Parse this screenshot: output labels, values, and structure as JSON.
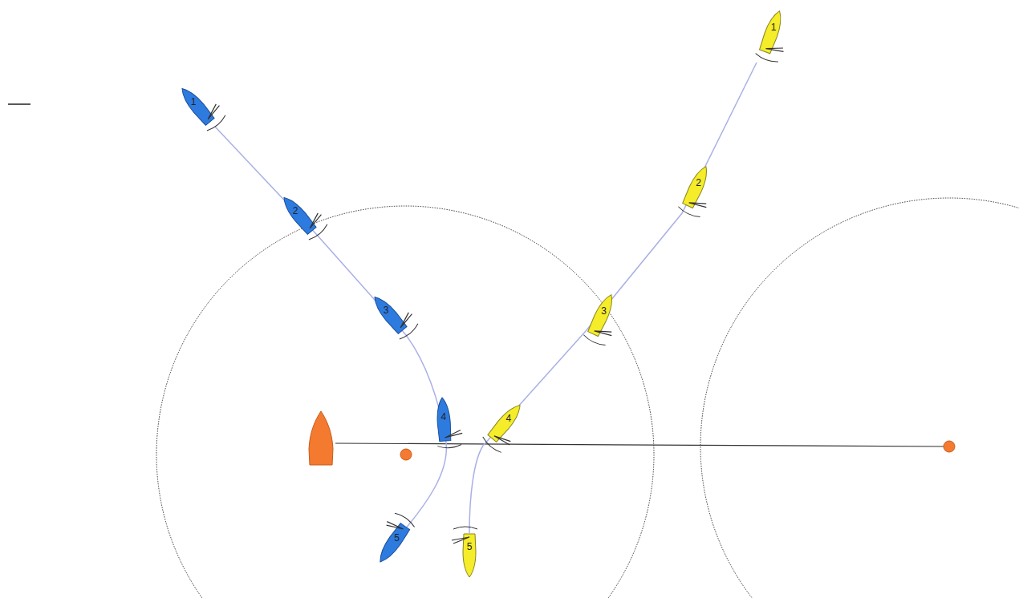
{
  "diagram": {
    "labels": [
      "1",
      "2",
      "3",
      "4",
      "5",
      "1",
      "2",
      "3",
      "4",
      "5"
    ]
  }
}
